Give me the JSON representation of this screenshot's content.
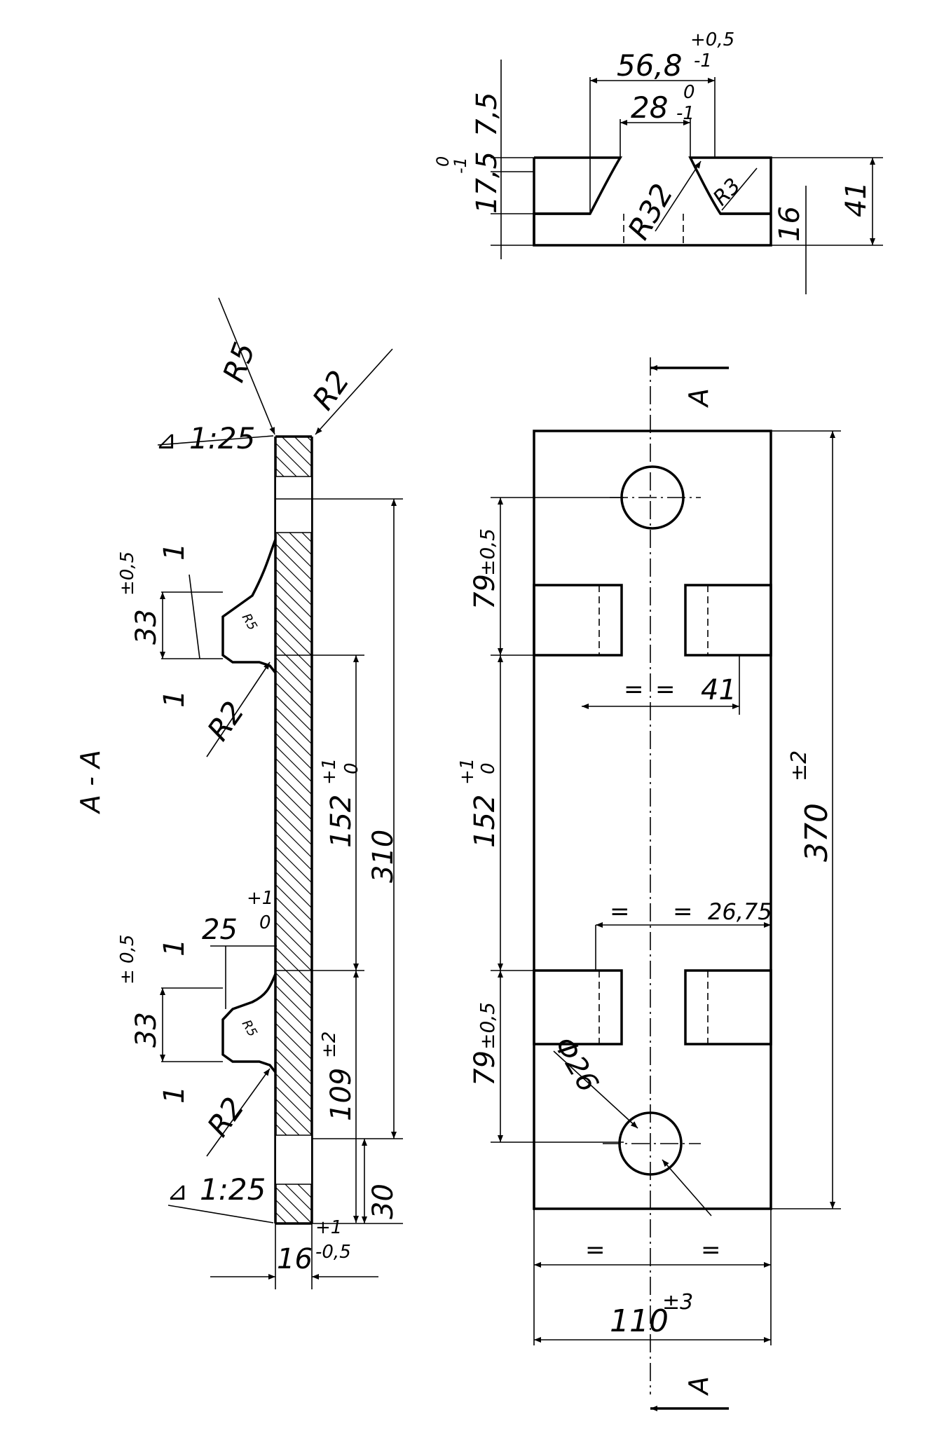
{
  "labels": {
    "section": "A - A",
    "cut_top": "A",
    "cut_bottom": "A"
  },
  "section_view": {
    "taper_top": "1:25",
    "taper_bottom": "1:25",
    "radius_r5": "R5",
    "radius_r2_top": "R2",
    "radius_r2_mid": "R2",
    "radius_r2_low": "R2",
    "radius_small_1": "R5",
    "radius_small_2": "R5",
    "rib_height_1": "33",
    "rib_height_1_tol": "±0,5",
    "rib_height_2": "33",
    "rib_height_2_tol": "± 0,5",
    "one_a": "1",
    "one_b": "1",
    "one_c": "1",
    "one_d": "1",
    "dim_152": "152",
    "dim_152_up": "+1",
    "dim_152_low": "0",
    "dim_310": "310",
    "dim_109": "109",
    "dim_109_tol": "±2",
    "dim_25": "25",
    "dim_25_up": "+1",
    "dim_25_low": "0",
    "dim_30": "30",
    "dim_16": "16",
    "dim_16_up": "+1",
    "dim_16_low": "-0,5"
  },
  "top_view": {
    "dim_79_top": "79",
    "dim_79_top_tol": "±0,5",
    "dim_79_bot": "79",
    "dim_79_bot_tol": "±0,5",
    "dim_152": "152",
    "dim_152_up": "+1",
    "dim_152_low": "0",
    "dim_370": "370",
    "dim_370_tol": "±2",
    "dim_41": "41",
    "eq_1": "=",
    "eq_2": "=",
    "eq_3": "=",
    "eq_4": "=",
    "eq_5": "=",
    "eq_6": "=",
    "dim_26_75": "26,75",
    "hole_dia": "Φ26",
    "dim_110": "110",
    "dim_110_tol": "±3"
  },
  "end_view": {
    "dim_56_8": "56,8",
    "dim_56_8_up": "+0,5",
    "dim_56_8_low": "-1",
    "dim_28": "28",
    "dim_28_up": "0",
    "dim_28_low": "-1",
    "dim_7_5": "7,5",
    "dim_17_5": "17,5",
    "dim_17_5_up": "0",
    "dim_17_5_low": "-1",
    "radius_r32": "R32",
    "radius_r3": "R3",
    "dim_16": "16",
    "dim_41": "41"
  }
}
